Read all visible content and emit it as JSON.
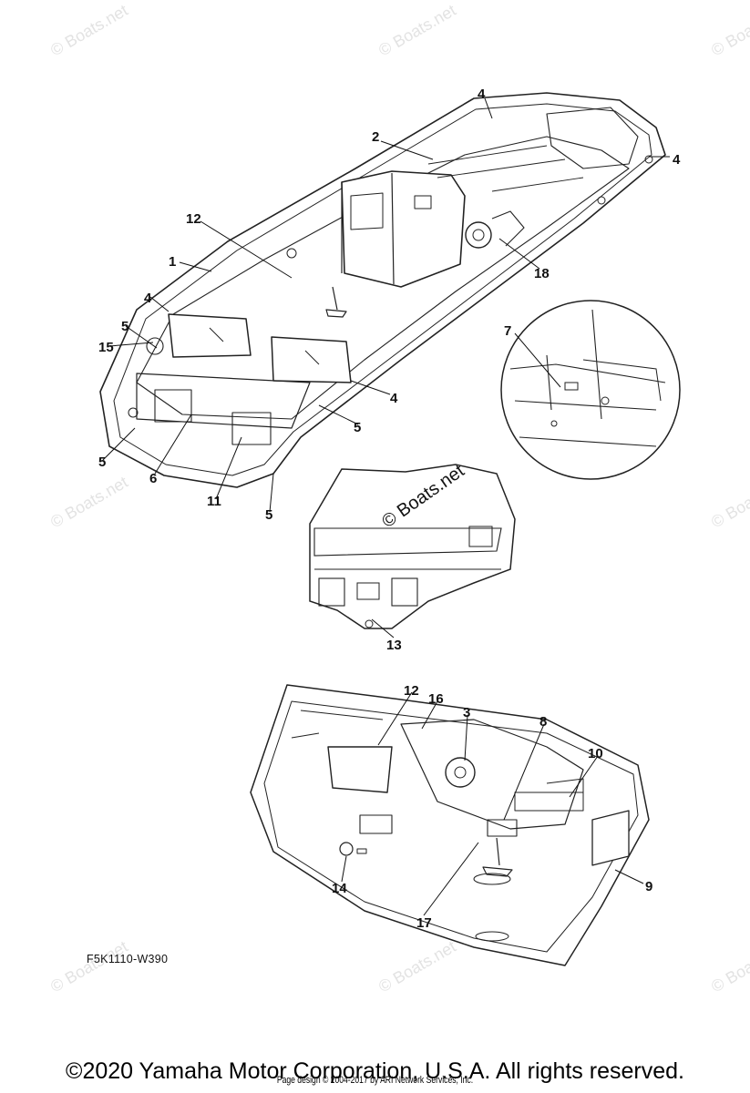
{
  "watermark": {
    "text": "© Boats.net",
    "inset_text": "© Boats.net"
  },
  "diagram_code": "F5K1110-W390",
  "copyright": "©2020 Yamaha Motor Corporation, U.S.A. All rights reserved.",
  "page_design": "Page design © 2004-2017 by ARI Network Services, Inc.",
  "callouts": {
    "c1": "1",
    "c2": "2",
    "c4a": "4",
    "c4b": "4",
    "c4c": "4",
    "c4d": "4",
    "c5a": "5",
    "c5b": "5",
    "c5c": "5",
    "c5d": "5",
    "c6": "6",
    "c7": "7",
    "c11": "11",
    "c12a": "12",
    "c12b": "12",
    "c13": "13",
    "c14": "14",
    "c15": "15",
    "c16": "16",
    "c3": "3",
    "c8": "8",
    "c10": "10",
    "c9": "9",
    "c17": "17",
    "c18": "18"
  }
}
